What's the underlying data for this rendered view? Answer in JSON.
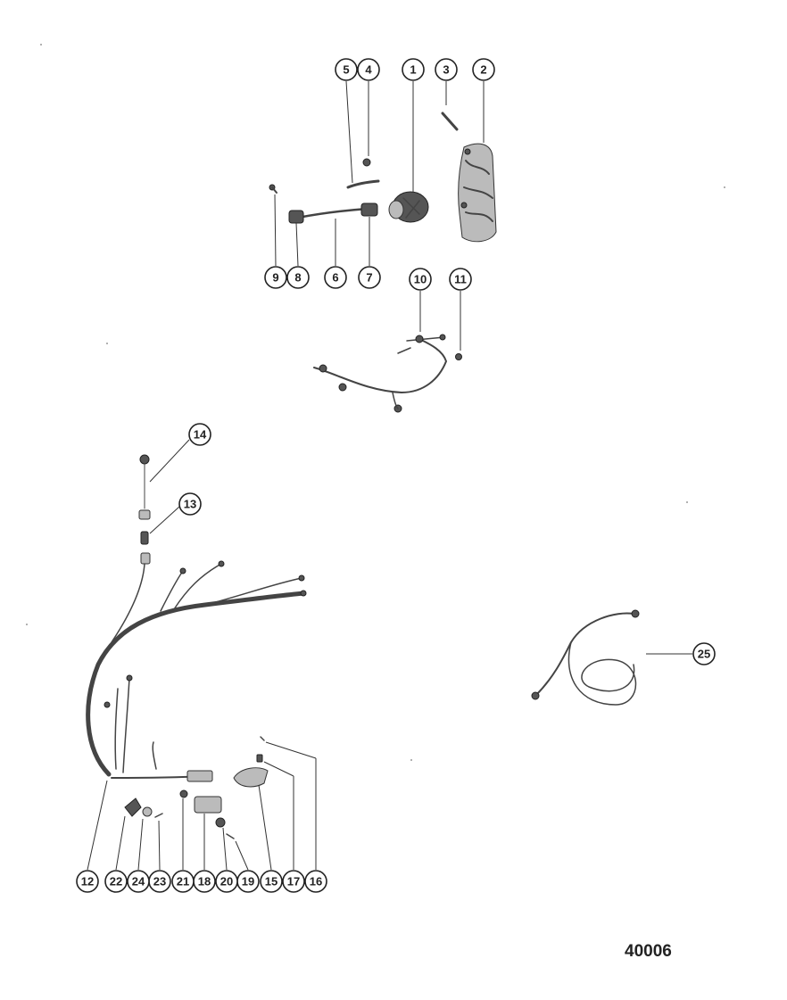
{
  "figure_number": "40006",
  "callouts": [
    "1",
    "2",
    "3",
    "4",
    "5",
    "6",
    "7",
    "8",
    "9",
    "10",
    "11",
    "12",
    "13",
    "14",
    "15",
    "16",
    "17",
    "18",
    "19",
    "20",
    "21",
    "22",
    "23",
    "24",
    "25"
  ]
}
